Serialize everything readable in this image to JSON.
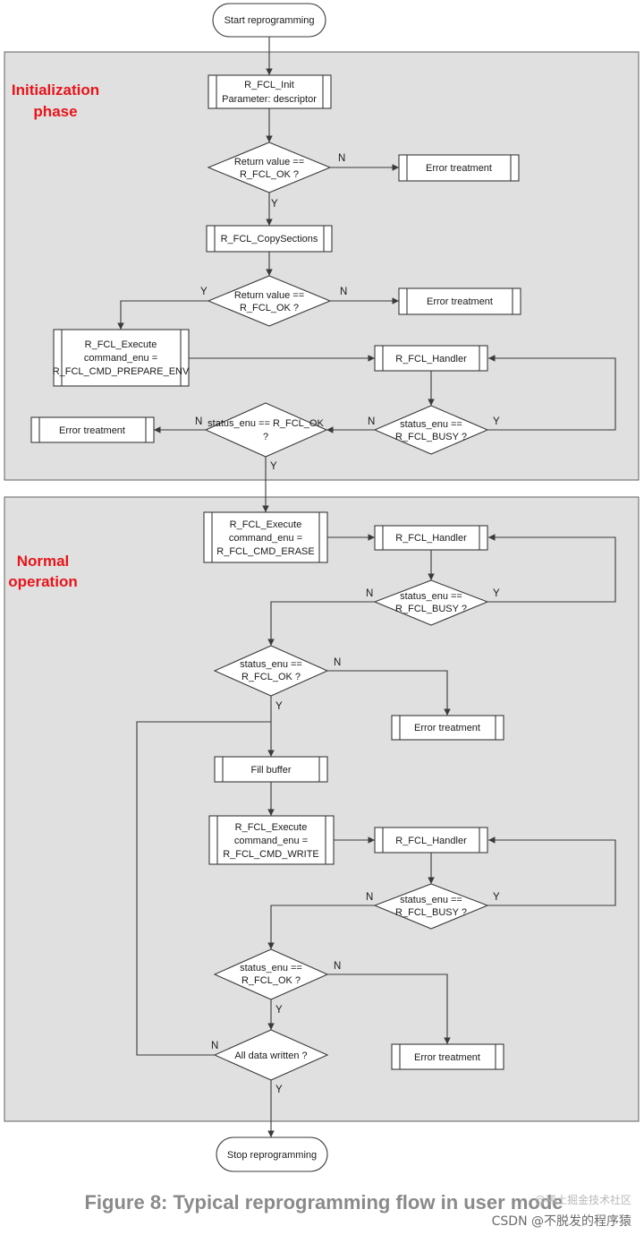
{
  "nodes": {
    "start": "Start reprogramming",
    "init_1": "R_FCL_Init",
    "init_2": "Parameter: descriptor",
    "dec_ret1_1": "Return value ==",
    "dec_ret1_2": "R_FCL_OK ?",
    "err1": "Error treatment",
    "copy": "R_FCL_CopySections",
    "dec_ret2_1": "Return value ==",
    "dec_ret2_2": "R_FCL_OK ?",
    "err2": "Error treatment",
    "exec_prep_1": "R_FCL_Execute",
    "exec_prep_2": "command_enu =",
    "exec_prep_3": "R_FCL_CMD_PREPARE_ENV",
    "handler1": "R_FCL_Handler",
    "dec_busy1_1": "status_enu ==",
    "dec_busy1_2": "R_FCL_BUSY ?",
    "dec_ok1_1": "status_enu == R_FCL_OK",
    "dec_ok1_2": "?",
    "err3": "Error treatment",
    "exec_erase_1": "R_FCL_Execute",
    "exec_erase_2": "command_enu =",
    "exec_erase_3": "R_FCL_CMD_ERASE",
    "handler2": "R_FCL_Handler",
    "dec_busy2_1": "status_enu ==",
    "dec_busy2_2": "R_FCL_BUSY ?",
    "dec_ok2_1": "status_enu ==",
    "dec_ok2_2": "R_FCL_OK ?",
    "err4": "Error treatment",
    "fill": "Fill buffer",
    "exec_write_1": "R_FCL_Execute",
    "exec_write_2": "command_enu =",
    "exec_write_3": "R_FCL_CMD_WRITE",
    "handler3": "R_FCL_Handler",
    "dec_busy3_1": "status_enu ==",
    "dec_busy3_2": "R_FCL_BUSY ?",
    "dec_ok3_1": "status_enu ==",
    "dec_ok3_2": "R_FCL_OK ?",
    "err5": "Error treatment",
    "dec_all": "All data written ?",
    "stop": "Stop reprogramming"
  },
  "phases": {
    "init_1": "Initialization",
    "init_2": "phase",
    "normal_1": "Normal",
    "normal_2": "operation"
  },
  "branch": {
    "yes": "Y",
    "no": "N"
  },
  "caption": "Figure 8: Typical reprogramming flow in user mode",
  "watermark": {
    "csdn": "CSDN @不脱发的程序猿",
    "community": "@稀土掘金技术社区"
  },
  "colors": {
    "phase_title": "#e8141a",
    "phase_background": "#e0e0e0",
    "caption": "#8a8a8a"
  }
}
